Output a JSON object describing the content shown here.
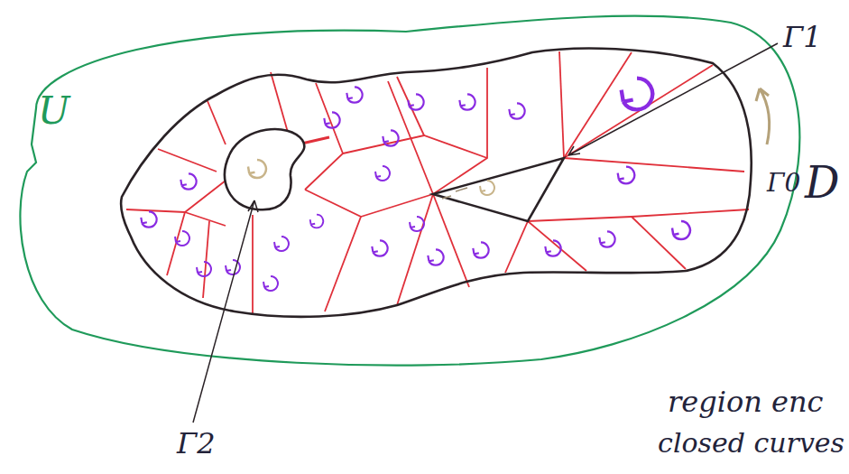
{
  "diagram": {
    "labels": [
      "Γ1",
      "U",
      "Γ0",
      "D",
      "region enc",
      "Γ2",
      "closed curves"
    ]
  }
}
